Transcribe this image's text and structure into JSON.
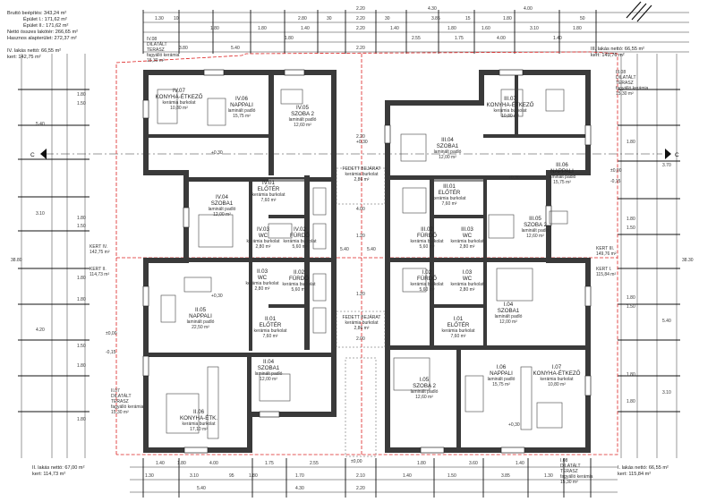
{
  "header_info": {
    "lines": [
      "Bruttó beépítés: 343,24 m²",
      "Épület I.: 171,62 m²",
      "Épület II.: 171,62 m²",
      "Nettó összes lakótér: 266,65 m²",
      "Hasznos alapterület: 272,37 m²"
    ]
  },
  "apartment_corners": {
    "iv": [
      "IV. lakás nettó: 66,55 m²",
      "kert: 142,75 m²"
    ],
    "iii": [
      "III. lakás nettó: 66,55 m²",
      "kert: 149,76 m²"
    ],
    "ii": [
      "II. lakás nettó: 67,00 m²",
      "kert: 114,73 m²"
    ],
    "i": [
      "I. lakás nettó: 66,55 m²",
      "kert: 115,84 m²"
    ]
  },
  "gardens": [
    [
      "KERT IV.",
      "142,75 m²"
    ],
    [
      "KERT II.",
      "114,73 m²"
    ],
    [
      "KERT III.",
      "149,76 m²"
    ],
    [
      "KERT I.",
      "115,84 m²"
    ]
  ],
  "terraces": [
    [
      "IV.08",
      "DILATÁLT",
      "TERASZ",
      "fagyálló kerámia",
      "15,30 m²"
    ],
    [
      "III.08",
      "DILATÁLT",
      "TERASZ",
      "fagyálló kerámia",
      "15,30 m²"
    ],
    [
      "II.07",
      "DILATÁLT",
      "TERASZ",
      "fagyálló kerámia",
      "15,30 m²"
    ],
    [
      "I.08",
      "DILATÁLT",
      "TERASZ",
      "fagyálló kerámia",
      "15,30 m²"
    ]
  ],
  "rooms": [
    [
      "IV.07",
      "KONYHA-ÉTKEZŐ",
      "kerámia burkolat",
      "10,80 m²"
    ],
    [
      "IV.06",
      "NAPPALI",
      "laminált padló",
      "15,75 m²"
    ],
    [
      "IV.05",
      "SZOBA 2",
      "laminált padló",
      "12,60 m²"
    ],
    [
      "IV.04",
      "SZOBA1",
      "laminált padló",
      "12,00 m²"
    ],
    [
      "IV.01",
      "ELŐTÉR",
      "kerámia burkolat",
      "7,60 m²"
    ],
    [
      "IV.02",
      "FÜRDŐ",
      "kerámia burkolat",
      "5,60 m²"
    ],
    [
      "IV.03",
      "WC",
      "kerámia burkolat",
      "2,80 m²"
    ],
    [
      "III.07",
      "KONYHA-ÉTKEZŐ",
      "kerámia burkolat",
      "10,80 m²"
    ],
    [
      "III.04",
      "SZOBA1",
      "laminált padló",
      "12,00 m²"
    ],
    [
      "III.06",
      "NAPPALI",
      "laminált padló",
      "15,75 m²"
    ],
    [
      "III.01",
      "ELŐTÉR",
      "kerámia burkolat",
      "7,60 m²"
    ],
    [
      "III.05",
      "SZOBA 2",
      "laminált padló",
      "12,60 m²"
    ],
    [
      "III.02",
      "FÜRDŐ",
      "kerámia burkolat",
      "5,60 m²"
    ],
    [
      "III.03",
      "WC",
      "kerámia burkolat",
      "2,80 m²"
    ],
    [
      "II.05",
      "NAPPALI",
      "laminált padló",
      "22,50 m²"
    ],
    [
      "II.03",
      "WC",
      "kerámia burkolat",
      "2,80 m²"
    ],
    [
      "II.02",
      "FÜRDŐ",
      "kerámia burkolat",
      "5,60 m²"
    ],
    [
      "II.01",
      "ELŐTÉR",
      "kerámia burkolat",
      "7,60 m²"
    ],
    [
      "II.04",
      "SZOBA1",
      "laminált padló",
      "12,00 m²"
    ],
    [
      "II.06",
      "KONYHA-ÉTK.",
      "kerámia burkolat",
      "17,10 m²"
    ],
    [
      "I.02",
      "FÜRDŐ",
      "kerámia burkolat",
      "5,60 m²"
    ],
    [
      "I.03",
      "WC",
      "kerámia burkolat",
      "2,80 m²"
    ],
    [
      "I.04",
      "SZOBA1",
      "laminált padló",
      "12,00 m²"
    ],
    [
      "I.01",
      "ELŐTÉR",
      "kerámia burkolat",
      "7,60 m²"
    ],
    [
      "I.05",
      "SZOBA 2",
      "laminált padló",
      "12,60 m²"
    ],
    [
      "I.06",
      "NAPPALI",
      "laminált padló",
      "15,75 m²"
    ],
    [
      "I.07",
      "KONYHA-ÉTKEZŐ",
      "kerámia burkolat",
      "10,80 m²"
    ]
  ],
  "entrances": [
    [
      "FEDETT BEJÁRAT",
      "kerámia burkolat",
      "2,86 m²"
    ],
    [
      "FEDETT BEJÁRAT",
      "kerámia burkolat",
      "2,86 m²"
    ]
  ],
  "level_marks": {
    "plus": "+0,30",
    "zero": "±0,00",
    "minus": "-0,15"
  },
  "section_marker": "C",
  "dims": {
    "top_row_1": [
      "1.30",
      "10",
      "2.80",
      "30",
      "2.20",
      "30",
      "3.85",
      "15",
      "1.80",
      "50"
    ],
    "top_row_2": [
      "1.80",
      "1.80",
      "1.40",
      "2.20",
      "1.40",
      "1.80",
      "1.60",
      "3.10",
      "1.80"
    ],
    "top_row_3": [
      "1.80",
      "2.55",
      "1.75",
      "4.00",
      "1.40"
    ],
    "top_row_4": [
      "2.20",
      "4.30",
      "4.00"
    ],
    "top_row_5": [
      "3.80",
      "5.40",
      "2.20"
    ],
    "bottom_row_1": [
      "1.40",
      "1.80",
      "4.00",
      "1.75",
      "2.55",
      "1.80",
      "3.60",
      "1.40"
    ],
    "bottom_row_2": [
      "1.30",
      "3.10",
      "95",
      "1.80",
      "1.70",
      "2.10",
      "1.40",
      "1.50",
      "3.85",
      "1.30"
    ],
    "bottom_row_3": [
      "5.40",
      "4.30",
      "2.20"
    ],
    "left_col": [
      "1.80",
      "1.50",
      "1.80",
      "1.50",
      "1.80",
      "1.80",
      "1.50",
      "1.80",
      "1.80"
    ],
    "left_outer": [
      "5.40",
      "3.10",
      "4.20",
      "38.80"
    ],
    "right_col": [
      "1.80",
      "1.80",
      "1.50",
      "1.80",
      "1.50",
      "1.80",
      "1.80"
    ],
    "right_outer": [
      "3.70",
      "5.40",
      "3.10",
      "38.30"
    ],
    "center": [
      "2.20",
      "4.00",
      "1.20",
      "5.40",
      "5.40",
      "1.20",
      "2.00"
    ]
  }
}
